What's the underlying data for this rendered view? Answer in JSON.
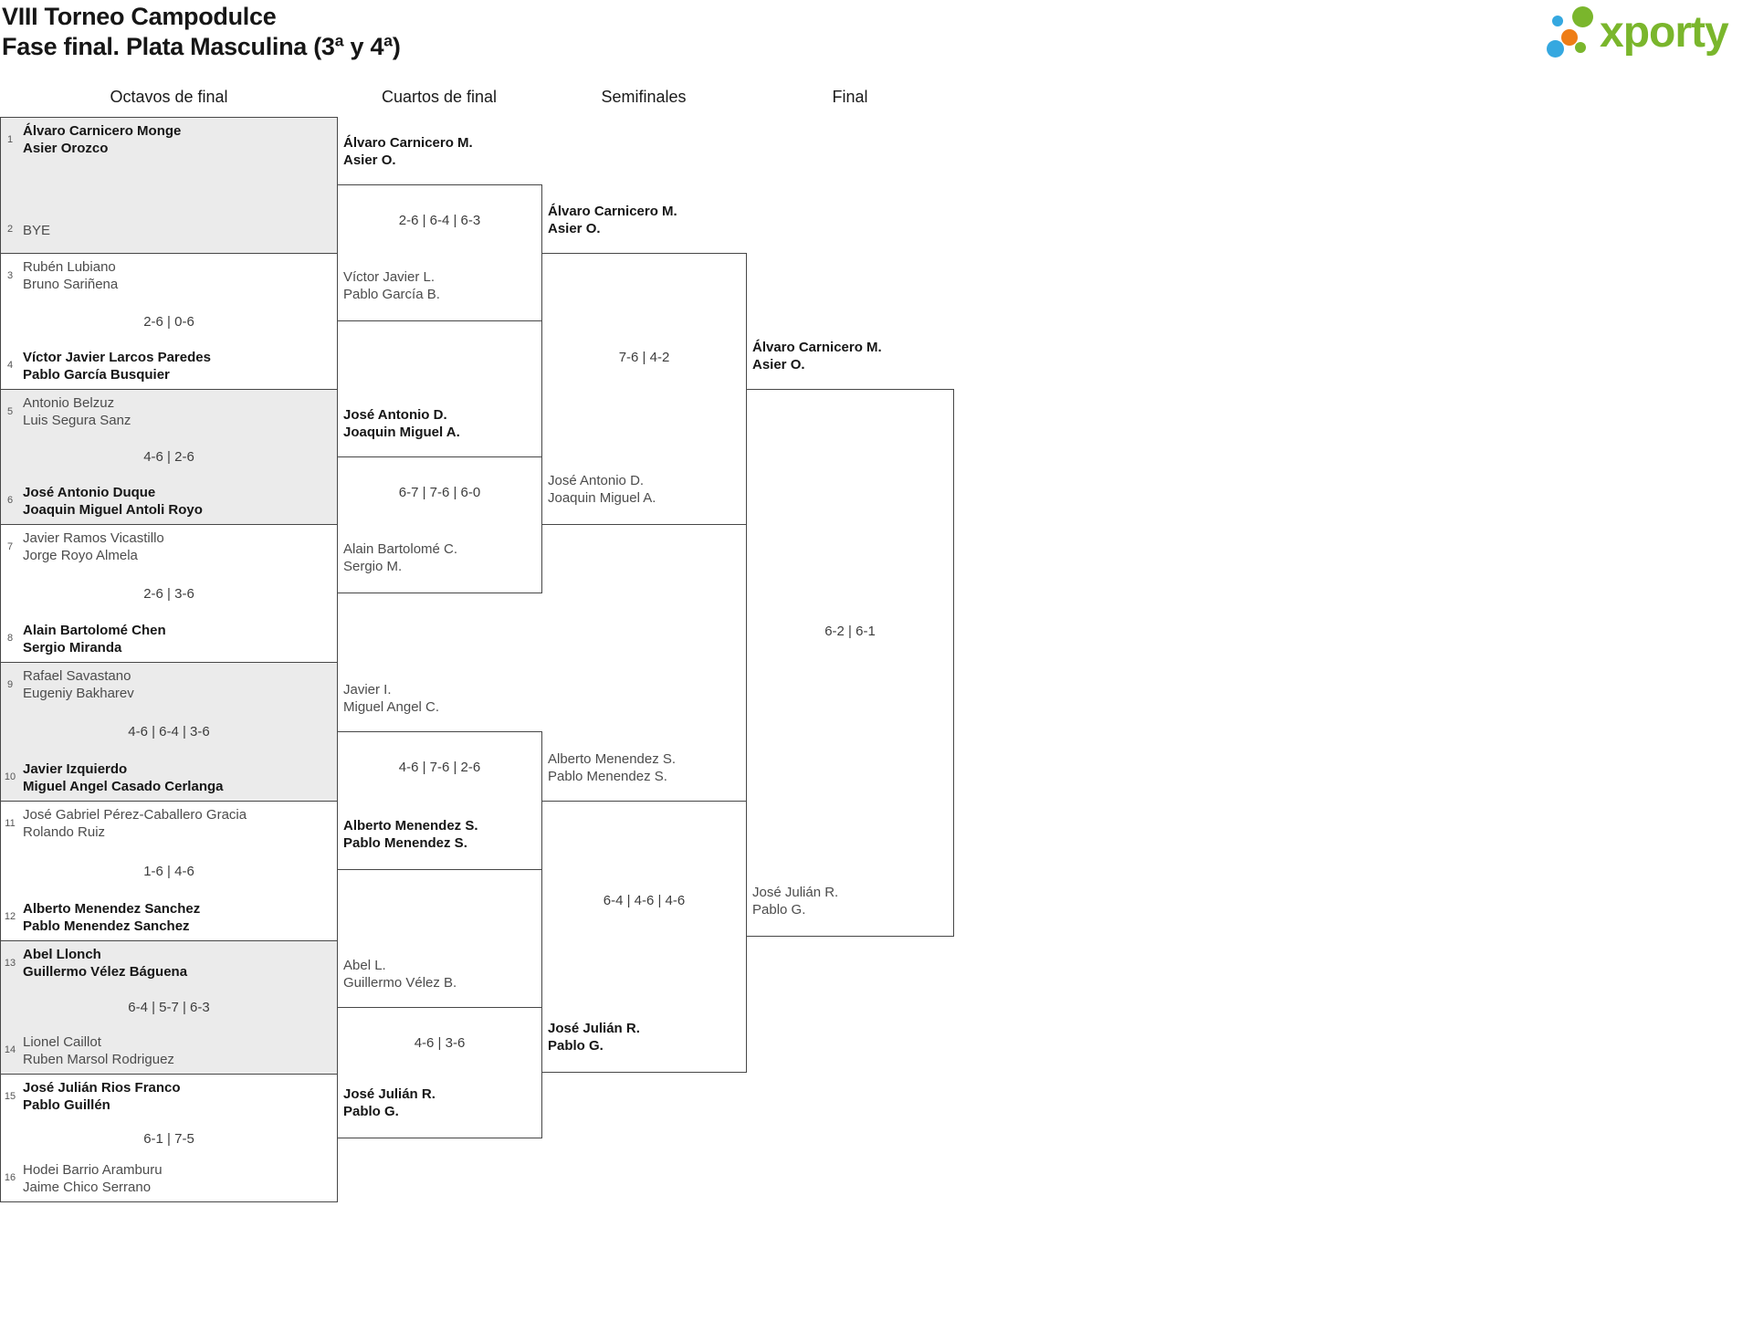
{
  "title": {
    "line1": "VIII Torneo Campodulce",
    "line2": "Fase final. Plata Masculina (3ª y 4ª)"
  },
  "logo": {
    "brand": "xporty"
  },
  "round_headers": [
    "Octavos de final",
    "Cuartos de final",
    "Semifinales",
    "Final"
  ],
  "octavos": [
    {
      "seed_top": "1",
      "team_top": [
        "Álvaro Carnicero Monge",
        "Asier Orozco"
      ],
      "score": "",
      "seed_bottom": "2",
      "team_bottom": [
        "BYE"
      ]
    },
    {
      "seed_top": "3",
      "team_top": [
        "Rubén Lubiano",
        "Bruno Sariñena"
      ],
      "score": "2-6 | 0-6",
      "seed_bottom": "4",
      "team_bottom": [
        "Víctor Javier Larcos Paredes",
        "Pablo García Busquier"
      ]
    },
    {
      "seed_top": "5",
      "team_top": [
        "Antonio Belzuz",
        "Luis Segura Sanz"
      ],
      "score": "4-6 | 2-6",
      "seed_bottom": "6",
      "team_bottom": [
        "José Antonio Duque",
        "Joaquin Miguel Antoli Royo"
      ]
    },
    {
      "seed_top": "7",
      "team_top": [
        "Javier Ramos Vicastillo",
        "Jorge Royo Almela"
      ],
      "score": "2-6 | 3-6",
      "seed_bottom": "8",
      "team_bottom": [
        "Alain Bartolomé Chen",
        "Sergio Miranda"
      ]
    },
    {
      "seed_top": "9",
      "team_top": [
        "Rafael Savastano",
        "Eugeniy Bakharev"
      ],
      "score": "4-6 | 6-4 | 3-6",
      "seed_bottom": "10",
      "team_bottom": [
        "Javier Izquierdo",
        "Miguel Angel Casado Cerlanga"
      ]
    },
    {
      "seed_top": "11",
      "team_top": [
        "José Gabriel Pérez-Caballero Gracia",
        "Rolando Ruiz"
      ],
      "score": "1-6 | 4-6",
      "seed_bottom": "12",
      "team_bottom": [
        "Alberto Menendez Sanchez",
        "Pablo Menendez Sanchez"
      ]
    },
    {
      "seed_top": "13",
      "team_top": [
        "Abel Llonch",
        "Guillermo Vélez Báguena"
      ],
      "score": "6-4 | 5-7 | 6-3",
      "seed_bottom": "14",
      "team_bottom": [
        "Lionel Caillot",
        "Ruben Marsol Rodriguez"
      ]
    },
    {
      "seed_top": "15",
      "team_top": [
        "José Julián Rios Franco",
        "Pablo Guillén"
      ],
      "score": "6-1 | 7-5",
      "seed_bottom": "16",
      "team_bottom": [
        "Hodei Barrio Aramburu",
        "Jaime Chico Serrano"
      ]
    }
  ],
  "cuartos": [
    {
      "team_top": [
        "Álvaro Carnicero M.",
        "Asier O."
      ],
      "score": "2-6 | 6-4 | 6-3",
      "team_bottom": [
        "Víctor Javier L.",
        "Pablo García B."
      ]
    },
    {
      "team_top": [
        "José Antonio D.",
        "Joaquin Miguel A."
      ],
      "score": "6-7 | 7-6 | 6-0",
      "team_bottom": [
        "Alain Bartolomé C.",
        "Sergio M."
      ]
    },
    {
      "team_top": [
        "Javier I.",
        "Miguel Angel C."
      ],
      "score": "4-6 | 7-6 | 2-6",
      "team_bottom": [
        "Alberto Menendez S.",
        "Pablo Menendez S."
      ]
    },
    {
      "team_top": [
        "Abel L.",
        "Guillermo Vélez B."
      ],
      "score": "4-6 | 3-6",
      "team_bottom": [
        "José Julián R.",
        "Pablo G."
      ]
    }
  ],
  "semifinales": [
    {
      "team_top": [
        "Álvaro Carnicero M.",
        "Asier O."
      ],
      "score": "7-6 | 4-2",
      "team_bottom": [
        "José Antonio D.",
        "Joaquin Miguel A."
      ]
    },
    {
      "team_top": [
        "Alberto Menendez S.",
        "Pablo Menendez S."
      ],
      "score": "6-4 | 4-6 | 4-6",
      "team_bottom": [
        "José Julián R.",
        "Pablo G."
      ]
    }
  ],
  "final": {
    "team_top": [
      "Álvaro Carnicero M.",
      "Asier O."
    ],
    "score": "6-2 | 6-1",
    "team_bottom": [
      "José Julián R.",
      "Pablo G."
    ]
  },
  "colors": {
    "winner_text": "#161616",
    "loser_text": "#4c4c4c",
    "score_text": "#3d3d3d",
    "border": "#474747",
    "shaded_bg": "#ebebeb",
    "logo_green": "#7ab62c",
    "logo_blue": "#35a8e0",
    "logo_orange": "#ee7d16"
  }
}
